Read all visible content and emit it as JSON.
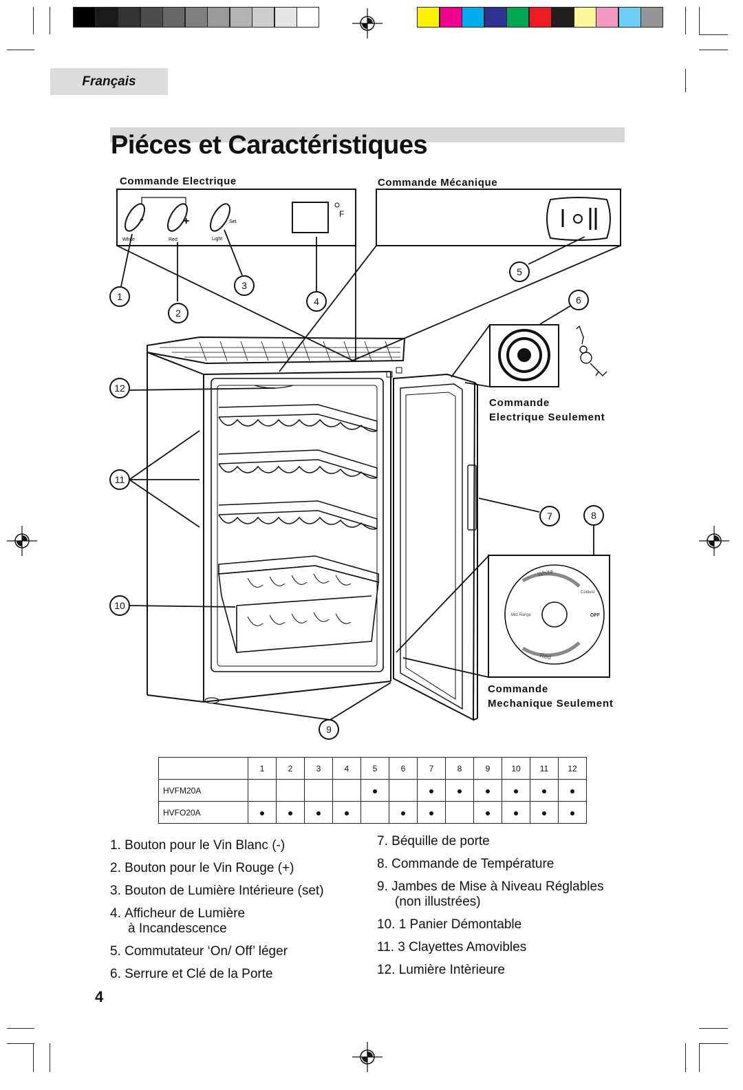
{
  "header": {
    "language_tab": "Français",
    "title": "Piéces et Caractéristiques"
  },
  "colors": {
    "gray_swatches": [
      "#000000",
      "#1a1a1a",
      "#333333",
      "#4d4d4d",
      "#666666",
      "#808080",
      "#999999",
      "#b3b3b3",
      "#cccccc",
      "#e6e6e6",
      "#ffffff"
    ],
    "color_swatches": [
      "#fff200",
      "#ec008c",
      "#00aeef",
      "#2e3192",
      "#00a651",
      "#ed1c24",
      "#231f20",
      "#fff799",
      "#f49ac1",
      "#6dcff6",
      "#939598"
    ]
  },
  "diagram": {
    "electronic_control_label": "Commande Electrique",
    "mechanical_control_label": "Commande Mécanique",
    "panel_button_labels": {
      "white": "White",
      "red": "Red",
      "light": "Light",
      "set": "Set",
      "minus": "-",
      "plus": "+",
      "unit": "F"
    },
    "callouts": [
      "1",
      "2",
      "3",
      "4",
      "5",
      "6",
      "7",
      "8",
      "9",
      "10",
      "11",
      "12"
    ],
    "lock_label_line1": "Commande",
    "lock_label_line2": "Electrique Seulement",
    "dial_label_line1": "Commande",
    "dial_label_line2": "Mechanique Seulement",
    "dial_text": {
      "white": "White",
      "coldest": "Coldest",
      "mid_range": "Mid Range",
      "off": "OFF",
      "red": "Red"
    }
  },
  "table": {
    "columns": [
      "1",
      "2",
      "3",
      "4",
      "5",
      "6",
      "7",
      "8",
      "9",
      "10",
      "11",
      "12"
    ],
    "rows": [
      {
        "model": "HVFM20A",
        "marks": [
          false,
          false,
          false,
          false,
          true,
          false,
          true,
          true,
          true,
          true,
          true,
          true
        ]
      },
      {
        "model": "HVFO20A",
        "marks": [
          true,
          true,
          true,
          true,
          false,
          true,
          true,
          false,
          true,
          true,
          true,
          true
        ]
      }
    ]
  },
  "parts_left": [
    {
      "n": "1.",
      "text": "Bouton pour le Vin Blanc (-)"
    },
    {
      "n": "2.",
      "text": "Bouton pour le Vin Rouge (+)"
    },
    {
      "n": "3.",
      "text": "Bouton de Lumière Intérieure (set)"
    },
    {
      "n": "4.",
      "text": "Afficheur de Lumière",
      "text2": "à Incandescence"
    },
    {
      "n": "5.",
      "text": "Commutateur ‘On/ Off’ léger"
    },
    {
      "n": "6.",
      "text": "Serrure et Clé de la Porte"
    }
  ],
  "parts_right": [
    {
      "n": "7.",
      "text": "Béquille de porte"
    },
    {
      "n": "8.",
      "text": "Commande de Température"
    },
    {
      "n": "9.",
      "text": "Jambes de Mise à Niveau Réglables",
      "text2": "(non illustrées)"
    },
    {
      "n": "10.",
      "text": "1 Panier Démontable"
    },
    {
      "n": "11.",
      "text": "3 Clayettes Amovibles"
    },
    {
      "n": "12.",
      "text": "Lumière Intèrieure"
    }
  ],
  "page_number": "4"
}
